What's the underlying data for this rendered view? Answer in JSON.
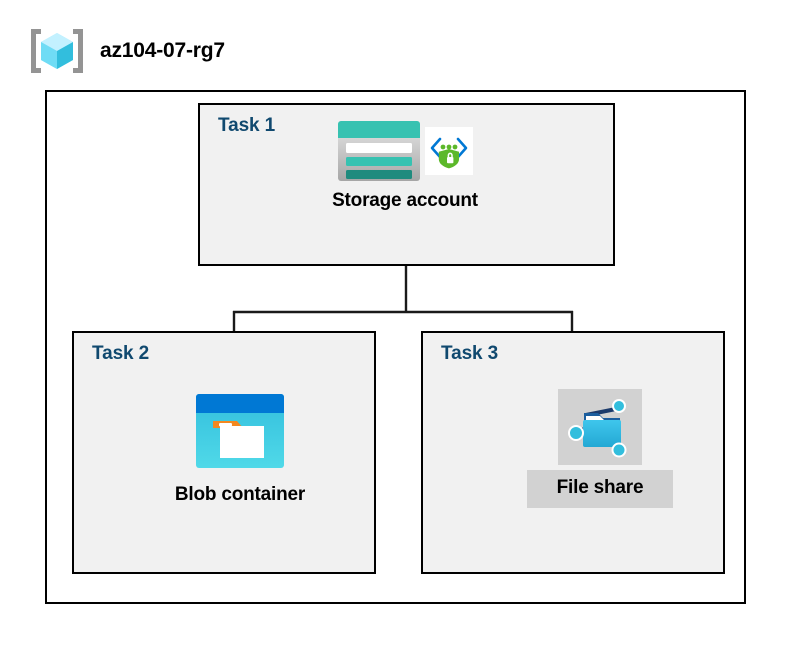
{
  "diagram": {
    "resource_group": {
      "name": "az104-07-rg7",
      "icon": "resource-group-cube-icon"
    },
    "tasks": [
      {
        "id": "task-1",
        "label": "Task 1",
        "node_caption": "Storage account",
        "icons": [
          "storage-account-icon",
          "managed-identity-shield-icon"
        ],
        "highlighted": false
      },
      {
        "id": "task-2",
        "label": "Task 2",
        "node_caption": "Blob container",
        "icons": [
          "blob-container-icon"
        ],
        "highlighted": false
      },
      {
        "id": "task-3",
        "label": "Task 3",
        "node_caption": "File share",
        "icons": [
          "file-share-folder-icon"
        ],
        "highlighted": true
      }
    ],
    "colors": {
      "task_label": "#10496f",
      "box_fill": "#f1f1f1",
      "box_border": "#000000",
      "connector": "#1a1a1a",
      "highlight_background": "#d2d2d2",
      "storage_teal": "#37c2b1",
      "storage_teal_dark": "#1f8b7e",
      "blob_blue_dark": "#0078d4",
      "blob_cyan": "#32bedd",
      "blob_orange": "#f4881f",
      "fileshare_blue": "#32bedd",
      "identity_green": "#5cb82a",
      "identity_blue": "#0078d4",
      "cube_cyan": "#50e6ff",
      "bracket_gray": "#949494"
    }
  }
}
